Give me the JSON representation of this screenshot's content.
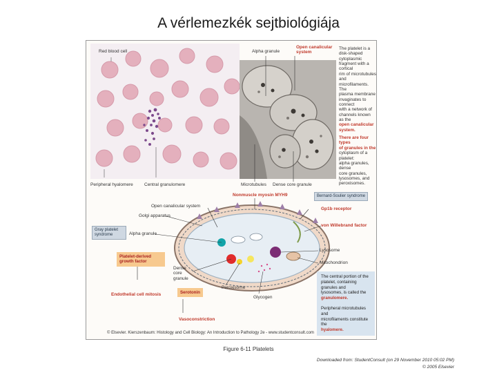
{
  "slide": {
    "title": "A vérlemezkék sejtbiológiája"
  },
  "figure": {
    "top_left_labels": {
      "red_blood_cell": "Red blood cell",
      "peripheral_hyalomere": "Peripheral hyalomere",
      "central_granulomere": "Central granulomere"
    },
    "micrograph_labels": {
      "alpha_granule": "Alpha granule",
      "open_canalicular_system": "Open canalicular system",
      "microtubules": "Microtubules",
      "dense_core_granule": "Dense core granule"
    },
    "description": [
      "The platelet is a",
      "disk-shaped cytoplasmic",
      "fragment with a cortical",
      "rim of microtubules and",
      "microfilaments. The",
      "plasma membrane",
      "invaginates to connect",
      "with a network of",
      "channels known as the",
      "open canalicular",
      "system.",
      "There are four types",
      "of granules in the",
      "cytoplasm of a platelet:",
      "alpha granules, dense",
      "core granules,",
      "lysosomes, and",
      "peroxisomes."
    ],
    "diagram_labels": {
      "nonmuscle_myosin": "Nonmuscle myosin MYH9",
      "bernard_soulier": "Bernard-Soulier syndrome",
      "gp1b_receptor": "Gp1b receptor",
      "von_willebrand": "von Willebrand factor",
      "open_canalicular_system": "Open canalicular system",
      "golgi_apparatus": "Golgi apparatus",
      "gray_platelet_syndrome": "Gray platelet syndrome",
      "alpha_granule": "Alpha granule",
      "lysosome": "Lysosome",
      "mitochondrion": "Mitochondrion",
      "dense_core_granule": "Dense core granule",
      "peroxisome": "Peroxisome",
      "glycogen": "Glycogen",
      "platelet_derived_growth_factor": "Platelet-derived growth factor",
      "endothelial_cell_mitosis": "Endothelial cell mitosis",
      "serotonin": "Serotonin",
      "vasoconstriction": "Vasoconstriction",
      "granulomere_note": [
        "The central portion of the",
        "platelet, containing granules and",
        "lysosomes, is called the",
        "granulomere."
      ],
      "hyalomere_note": [
        "Peripheral microtubules and",
        "microfilaments constitute the",
        "hyalomere."
      ]
    },
    "credit": "© Elsevier. Kierszenbaum: Histology and Cell Biology: An Introduction to Pathology 2e - www.studentconsult.com"
  },
  "footer": {
    "caption": "Figure 6-11 Platelets",
    "download": "Downloaded from: StudentConsult (on 29 November 2010 05:02 PM)",
    "copyright": "© 2005 Elsevier"
  },
  "colors": {
    "accent_red": "#c0392b",
    "panel_blue": "#d8e4ef",
    "panel_orange": "#f7c98f"
  }
}
